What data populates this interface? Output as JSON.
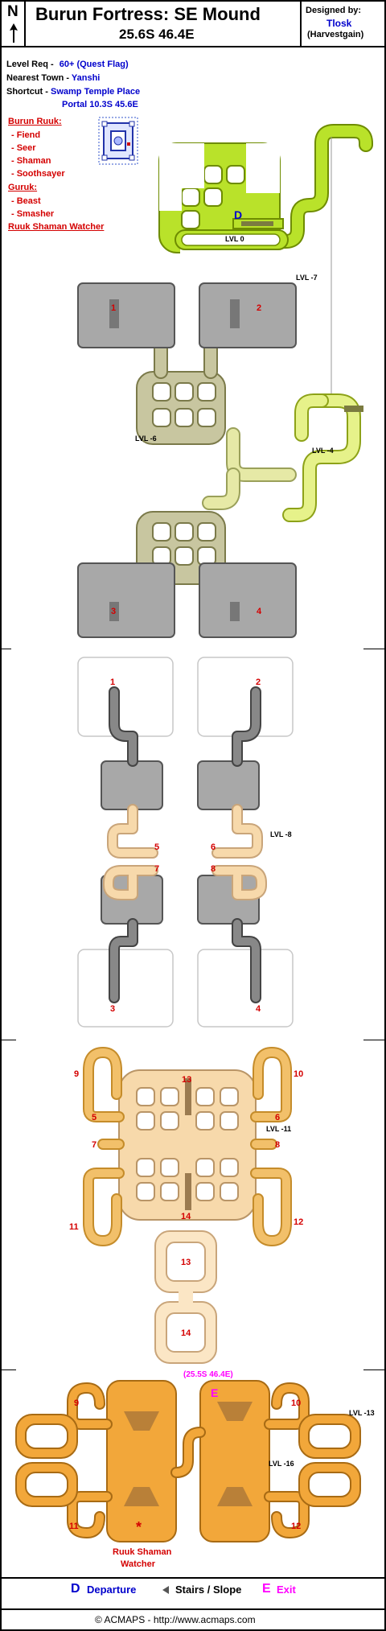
{
  "header": {
    "north_label": "N",
    "title": "Burun Fortress: SE Mound",
    "coords": "25.6S 46.4E",
    "designed_by_label": "Designed by:",
    "designer": "Tlosk",
    "designer_sub": "(Harvestgain)"
  },
  "info": {
    "level_label": "Level Req -",
    "level_value": "60+ (Quest Flag)",
    "town_label": "Nearest Town -",
    "town_value": "Yanshi",
    "shortcut_label": "Shortcut -",
    "shortcut_value1": "Swamp Temple Place",
    "shortcut_value2": "Portal 10.3S 45.6E"
  },
  "creatures": {
    "group1": "Burun Ruuk:",
    "group1_items": [
      "- Fiend",
      "- Seer",
      "- Shaman",
      "- Soothsayer"
    ],
    "group2": "Guruk:",
    "group2_items": [
      "- Beast",
      "- Smasher"
    ],
    "boss": "Ruuk Shaman Watcher"
  },
  "map": {
    "section1": {
      "departure_marker": "D",
      "lvl0": "LVL 0",
      "lvl7": "LVL -7",
      "lvl6": "LVL -6",
      "lvl4": "LVL -4",
      "nums": [
        "1",
        "2",
        "3",
        "4"
      ]
    },
    "section2": {
      "lvl8": "LVL -8",
      "nums": [
        "1",
        "2",
        "5",
        "6",
        "7",
        "8",
        "3",
        "4"
      ]
    },
    "section3": {
      "lvl11": "LVL -11",
      "nums": [
        "9",
        "13",
        "10",
        "5",
        "6",
        "7",
        "8",
        "11",
        "14",
        "12",
        "13",
        "14"
      ]
    },
    "section4": {
      "exit_coords": "(25.5S 46.4E)",
      "exit_marker": "E",
      "lvl13": "LVL -13",
      "lvl16": "LVL -16",
      "boss_marker": "*",
      "boss_label_1": "Ruuk Shaman",
      "boss_label_2": "Watcher",
      "nums": [
        "9",
        "10",
        "11",
        "12"
      ]
    }
  },
  "legend": {
    "departure_marker": "D",
    "departure_label": "Departure",
    "stairs_label": "Stairs / Slope",
    "exit_marker": "E",
    "exit_label": "Exit"
  },
  "footer": {
    "copyright": "© ACMAPS - http://www.acmaps.com"
  },
  "colors": {
    "lime": "#b9e22a",
    "lime_light": "#e6f28a",
    "olive": "#c8c6a0",
    "grey": "#a8a8a8",
    "peach": "#f7d9ab",
    "orange": "#f2a73a",
    "red": "#d40000",
    "blue": "#0000cc",
    "magenta": "#ff00ff"
  }
}
